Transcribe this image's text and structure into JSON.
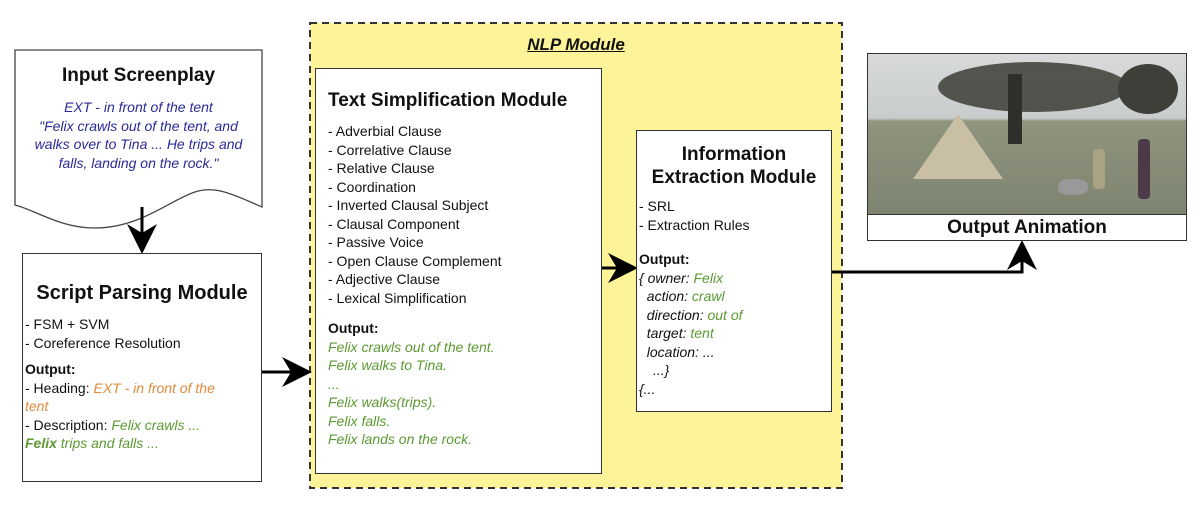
{
  "input_screenplay": {
    "title": "Input Screenplay",
    "lines": [
      "EXT - in front of  the tent",
      "\"Felix crawls out of the tent, and",
      "walks over to Tina ... He trips and",
      "falls, landing on the rock.\""
    ]
  },
  "script_parsing": {
    "title": "Script Parsing Module",
    "items": [
      "- FSM + SVM",
      "- Coreference Resolution"
    ],
    "output_label": "Output:",
    "heading_label": "- Heading: ",
    "heading_value_1": "EXT - in front of the",
    "heading_value_2": "tent",
    "description_label": "- Description: ",
    "description_value_1": "Felix crawls ...",
    "description_bold": "Felix",
    "description_value_2": " trips and falls ..."
  },
  "nlp_module": {
    "title": "NLP Module",
    "text_simplification": {
      "title": "Text Simplification Module",
      "items": [
        "- Adverbial Clause",
        "- Correlative Clause",
        "- Relative Clause",
        "- Coordination",
        "- Inverted Clausal Subject",
        "- Clausal Component",
        "- Passive Voice",
        "- Open Clause Complement",
        "- Adjective Clause",
        "- Lexical Simplification"
      ],
      "output_label": "Output:",
      "outputs": [
        "Felix crawls out of the tent.",
        "Felix walks to Tina.",
        "...",
        "Felix walks(trips).",
        "Felix falls.",
        "Felix lands on the rock."
      ]
    },
    "information_extraction": {
      "title_1": "Information",
      "title_2": "Extraction Module",
      "items": [
        "- SRL",
        "- Extraction Rules"
      ],
      "output_label": "Output:",
      "fields": [
        {
          "prefix": "{ ",
          "key": "owner: ",
          "value": "Felix"
        },
        {
          "prefix": "  ",
          "key": "action: ",
          "value": "crawl"
        },
        {
          "prefix": "  ",
          "key": "direction: ",
          "value": "out of"
        },
        {
          "prefix": "  ",
          "key": "target: ",
          "value": "tent"
        },
        {
          "prefix": "  ",
          "key": "location: ...",
          "value": ""
        }
      ],
      "close": "...}",
      "more": "{..."
    }
  },
  "output_animation": {
    "caption": "Output Animation"
  },
  "colors": {
    "yellow": "#fdf49a",
    "blue": "#2a2a9a",
    "green": "#5b9a32",
    "orange": "#e08a3a"
  }
}
